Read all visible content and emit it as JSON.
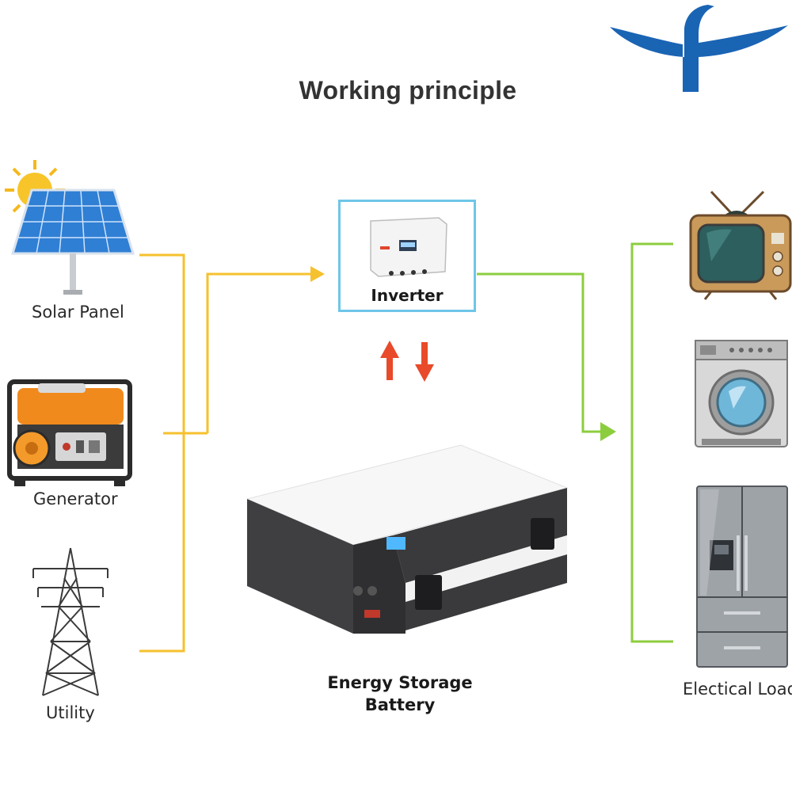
{
  "title": "Working principle",
  "sources": {
    "solar_label": "Solar Panel",
    "generator_label": "Generator",
    "utility_label": "Utility"
  },
  "inverter": {
    "label": "Inverter"
  },
  "battery": {
    "line1": "Energy Storage",
    "line2": "Battery"
  },
  "loads": {
    "label": "Electical Load"
  },
  "colors": {
    "source_lines": "#f6c12e",
    "load_lines": "#8ccd3e",
    "inverter_border": "#6ec6e8",
    "exchange_arrows": "#e84a2a",
    "logo": "#1a64b4"
  },
  "icons": [
    "bird-logo-icon",
    "sun-icon",
    "solar-panel-icon",
    "generator-icon",
    "power-tower-icon",
    "inverter-icon",
    "battery-icon",
    "tv-icon",
    "washing-machine-icon",
    "refrigerator-icon"
  ]
}
